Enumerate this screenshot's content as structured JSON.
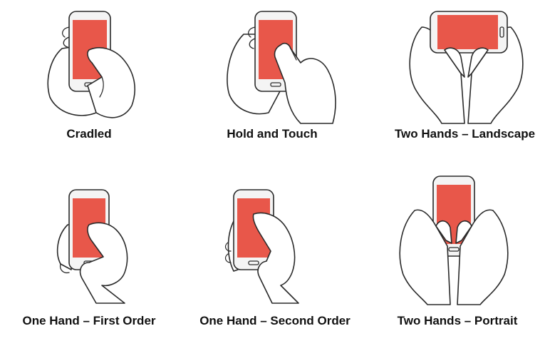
{
  "grips": [
    {
      "label": "Cradled"
    },
    {
      "label": "Hold and Touch"
    },
    {
      "label": "Two Hands – Landscape"
    },
    {
      "label": "One Hand – First Order"
    },
    {
      "label": "One Hand – Second Order"
    },
    {
      "label": "Two Hands – Portrait"
    }
  ],
  "colors": {
    "screen": "#e8574a",
    "outline": "#2a2a2a",
    "background": "#ffffff"
  },
  "icons": [
    "phone-cradled",
    "phone-hold-and-touch",
    "phone-two-hands-landscape",
    "phone-one-hand-first-order",
    "phone-one-hand-second-order",
    "phone-two-hands-portrait"
  ]
}
